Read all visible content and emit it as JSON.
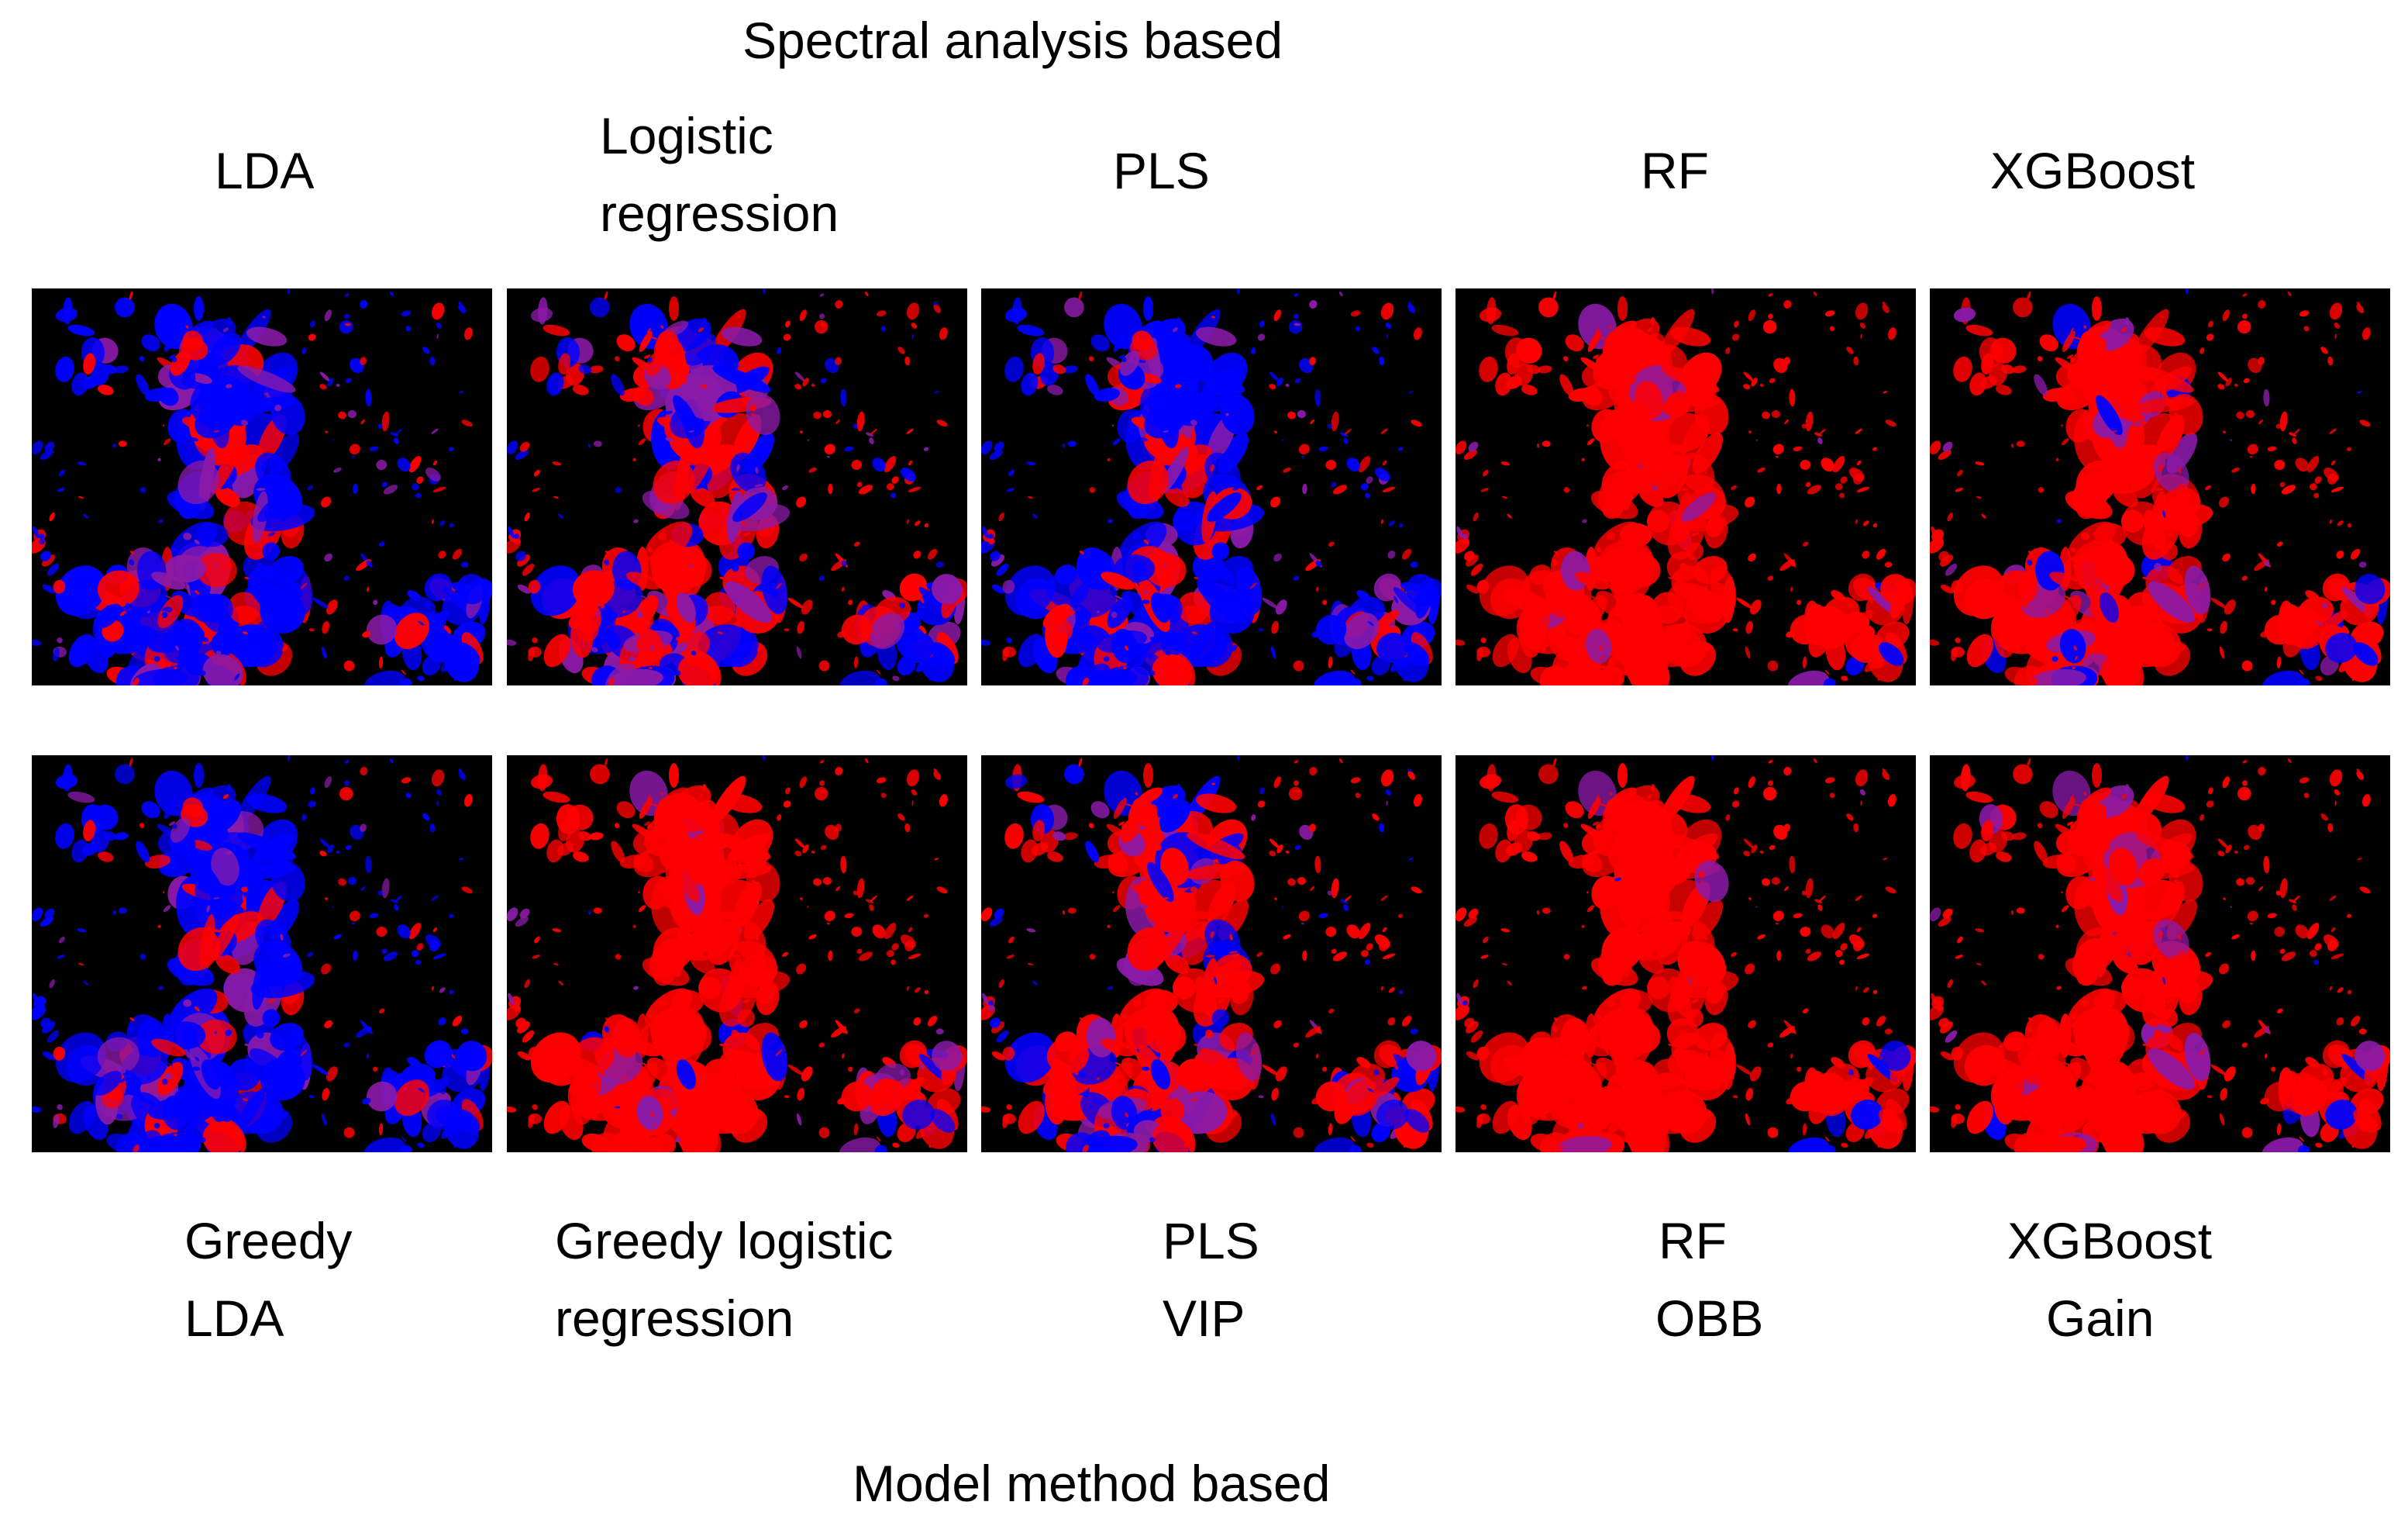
{
  "figure": {
    "top_heading": "Spectral analysis based",
    "bottom_heading": "Model method based",
    "top_row": [
      {
        "label_lines": [
          "LDA"
        ]
      },
      {
        "label_lines": [
          "Logistic",
          "regression"
        ]
      },
      {
        "label_lines": [
          "PLS"
        ]
      },
      {
        "label_lines": [
          "RF"
        ]
      },
      {
        "label_lines": [
          "XGBoost"
        ]
      }
    ],
    "bottom_row": [
      {
        "label_lines": [
          "Greedy",
          "LDA"
        ]
      },
      {
        "label_lines": [
          "Greedy logistic",
          "regression"
        ]
      },
      {
        "label_lines": [
          "PLS",
          "VIP"
        ]
      },
      {
        "label_lines": [
          "RF",
          "OBB"
        ]
      },
      {
        "label_lines": [
          "XGBoost",
          "Gain"
        ]
      }
    ],
    "map_colors": {
      "background": "#000000",
      "class_a": "#ff0000",
      "class_b": "#0000ff",
      "mixed": "#8a1aa8"
    },
    "panel_red_share": [
      [
        0.35,
        0.55,
        0.38,
        0.82,
        0.76
      ],
      [
        0.32,
        0.78,
        0.62,
        0.84,
        0.8
      ]
    ]
  }
}
